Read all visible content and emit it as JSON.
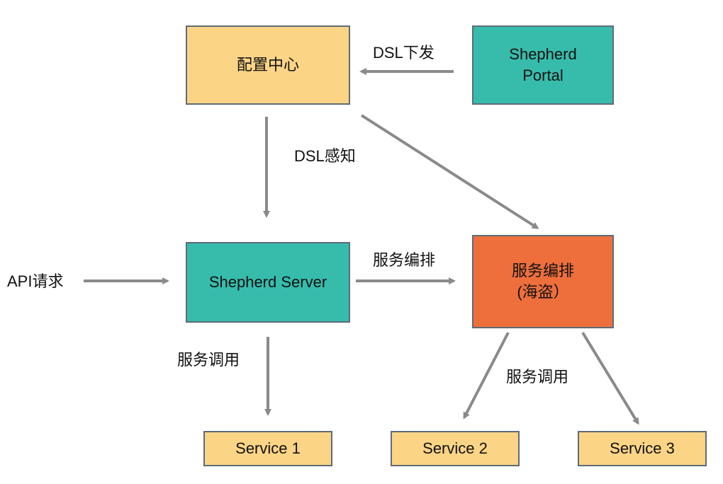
{
  "nodes": {
    "config_center": "配置中心",
    "shepherd_portal": "Shepherd\nPortal",
    "shepherd_server": "Shepherd Server",
    "orchestration": "服务编排\n(海盗）",
    "service_1": "Service 1",
    "service_2": "Service 2",
    "service_3": "Service 3"
  },
  "labels": {
    "dsl_dispatch": "DSL下发",
    "dsl_sense": "DSL感知",
    "api_request": "API请求",
    "orchestration_edge": "服务编排",
    "service_call_left": "服务调用",
    "service_call_right": "服务调用"
  },
  "colors": {
    "box_yellow": "#fbd486",
    "box_teal": "#37bcac",
    "box_orange": "#ee6f3c",
    "arrow": "#8a8a8a",
    "border": "#5f6b78"
  }
}
